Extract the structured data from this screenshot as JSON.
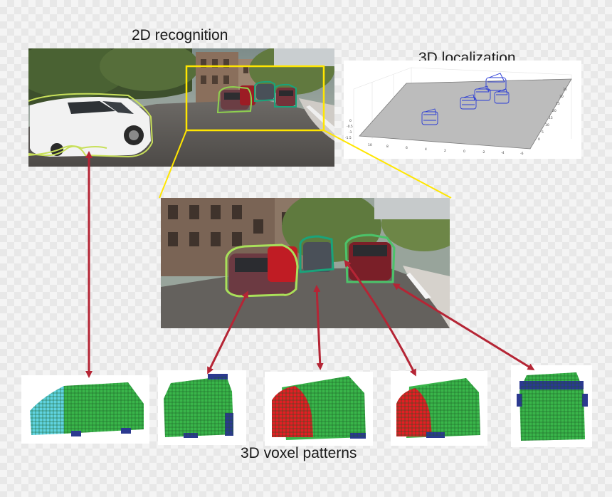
{
  "labels": {
    "recognition_2d": "2D recognition",
    "localization_3d": "3D localization",
    "voxel_patterns": "3D voxel patterns"
  },
  "localization_plot": {
    "x_ticks": [
      "10",
      "8",
      "6",
      "4",
      "2",
      "0",
      "-2",
      "-4",
      "-6"
    ],
    "y_ticks": [
      "35",
      "30",
      "25",
      "20",
      "15",
      "10",
      "5",
      "0"
    ],
    "z_ticks": [
      "0",
      "-0.5",
      "-1",
      "-1.5"
    ]
  },
  "colors": {
    "recognition_box": "#ffe600",
    "arrow": "#b52535",
    "voxel_green": "#39b54a",
    "voxel_cyan": "#5fd3e0",
    "voxel_red": "#e31e24",
    "voxel_blue": "#2b3990",
    "outline_light_green": "#a9e05a",
    "outline_teal": "#1aa37a"
  }
}
